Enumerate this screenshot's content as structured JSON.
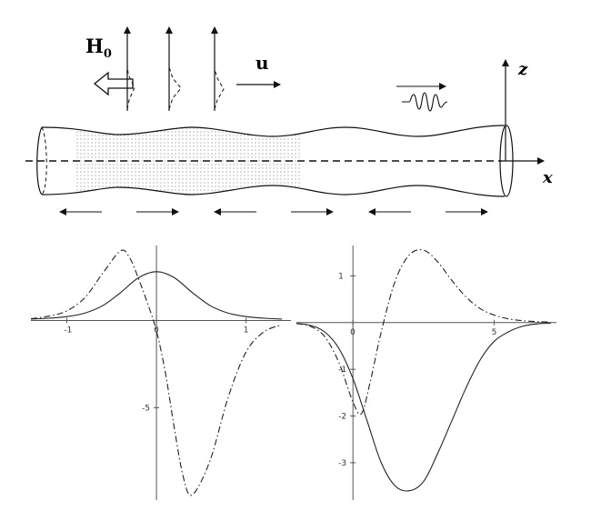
{
  "labels": {
    "field": "H",
    "field_sub": "0",
    "velocity": "u",
    "x_axis": "x",
    "z_axis": "z"
  },
  "chart_data": [
    {
      "type": "line",
      "title": "",
      "xlabel": "",
      "ylabel": "",
      "xlim": [
        -1.4,
        1.5
      ],
      "ylim": [
        -10.3,
        4.3
      ],
      "x_ticks": [
        -1,
        0,
        1
      ],
      "y_ticks": [
        -5
      ],
      "tick_labels_x": [
        "-1",
        "0",
        "1"
      ],
      "tick_labels_y": [
        "-5"
      ],
      "series": [
        {
          "style": "solid",
          "x": [
            -1.4,
            -1.2,
            -1.0,
            -0.8,
            -0.6,
            -0.4,
            -0.2,
            0.0,
            0.2,
            0.4,
            0.6,
            0.8,
            1.0,
            1.2,
            1.4
          ],
          "y": [
            0.08,
            0.13,
            0.22,
            0.42,
            0.85,
            1.6,
            2.45,
            2.8,
            2.45,
            1.6,
            0.85,
            0.42,
            0.22,
            0.13,
            0.08
          ]
        },
        {
          "style": "dashdot",
          "x": [
            -1.4,
            -1.2,
            -1.0,
            -0.8,
            -0.6,
            -0.4,
            -0.3,
            -0.2,
            -0.1,
            0.0,
            0.1,
            0.2,
            0.3,
            0.4,
            0.6,
            0.8,
            1.0,
            1.2,
            1.4
          ],
          "y": [
            0.1,
            0.25,
            0.55,
            1.3,
            2.7,
            4.0,
            3.6,
            2.4,
            1.0,
            -0.6,
            -3.0,
            -6.2,
            -9.0,
            -10.0,
            -8.0,
            -4.4,
            -1.8,
            -0.65,
            -0.25
          ]
        }
      ]
    },
    {
      "type": "line",
      "title": "",
      "xlabel": "",
      "ylabel": "",
      "xlim": [
        -2.0,
        7.2
      ],
      "ylim": [
        -3.8,
        1.65
      ],
      "x_ticks": [
        0,
        5
      ],
      "y_ticks": [
        1,
        -1,
        -2,
        -3
      ],
      "tick_labels_x": [
        "0",
        "5"
      ],
      "tick_labels_y": [
        "1",
        "-1",
        "-2",
        "-3"
      ],
      "series": [
        {
          "style": "solid",
          "x": [
            -2.0,
            -1.5,
            -1.0,
            -0.5,
            0.0,
            0.5,
            1.0,
            1.5,
            2.0,
            2.5,
            3.0,
            3.5,
            4.0,
            4.5,
            5.0,
            5.5,
            6.0,
            6.5,
            7.0
          ],
          "y": [
            -0.02,
            -0.06,
            -0.2,
            -0.55,
            -1.2,
            -2.1,
            -3.0,
            -3.5,
            -3.6,
            -3.4,
            -2.8,
            -2.1,
            -1.4,
            -0.8,
            -0.4,
            -0.2,
            -0.08,
            -0.03,
            -0.01
          ]
        },
        {
          "style": "dashdot",
          "x": [
            -2.0,
            -1.5,
            -1.0,
            -0.5,
            0.0,
            0.3,
            0.6,
            1.0,
            1.5,
            2.0,
            2.5,
            3.0,
            3.5,
            4.0,
            4.5,
            5.0,
            5.5,
            6.0,
            6.5,
            7.0
          ],
          "y": [
            -0.02,
            -0.08,
            -0.3,
            -0.85,
            -1.7,
            -1.95,
            -1.3,
            -0.2,
            0.9,
            1.45,
            1.55,
            1.3,
            0.9,
            0.55,
            0.3,
            0.16,
            0.08,
            0.04,
            0.02,
            0.01
          ]
        }
      ]
    }
  ]
}
